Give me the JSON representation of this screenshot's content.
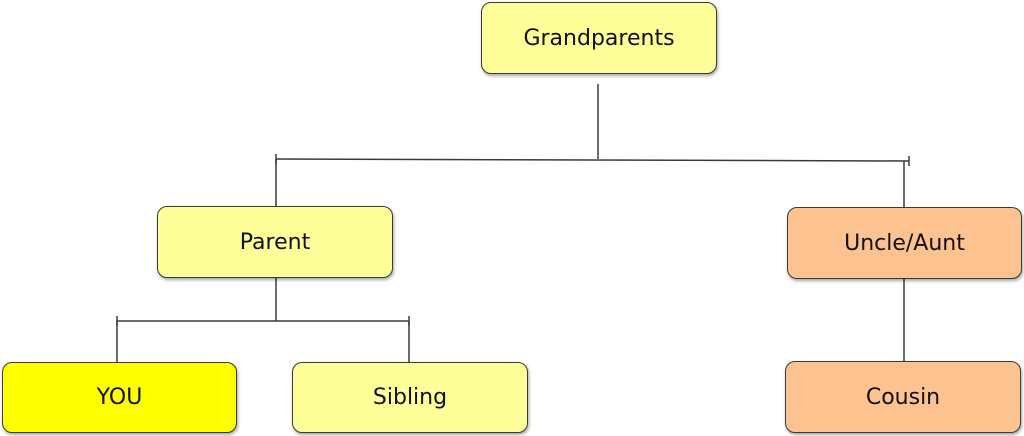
{
  "colors": {
    "generic_fill": "#ffff99",
    "you_fill": "#ffff00",
    "extended_family_fill": "#fcc28f",
    "border": "#3a3a3a",
    "connector": "#3a3a3a"
  },
  "nodes": {
    "grandparents": {
      "label": "Grandparents",
      "color_role": "generic_fill"
    },
    "parent": {
      "label": "Parent",
      "color_role": "generic_fill"
    },
    "uncle_aunt": {
      "label": "Uncle/Aunt",
      "color_role": "extended_family_fill"
    },
    "you": {
      "label": "YOU",
      "color_role": "you_fill"
    },
    "sibling": {
      "label": "Sibling",
      "color_role": "generic_fill"
    },
    "cousin": {
      "label": "Cousin",
      "color_role": "extended_family_fill"
    }
  },
  "edges": [
    {
      "from": "grandparents",
      "to": "parent"
    },
    {
      "from": "grandparents",
      "to": "uncle_aunt"
    },
    {
      "from": "parent",
      "to": "you"
    },
    {
      "from": "parent",
      "to": "sibling"
    },
    {
      "from": "uncle_aunt",
      "to": "cousin"
    }
  ]
}
